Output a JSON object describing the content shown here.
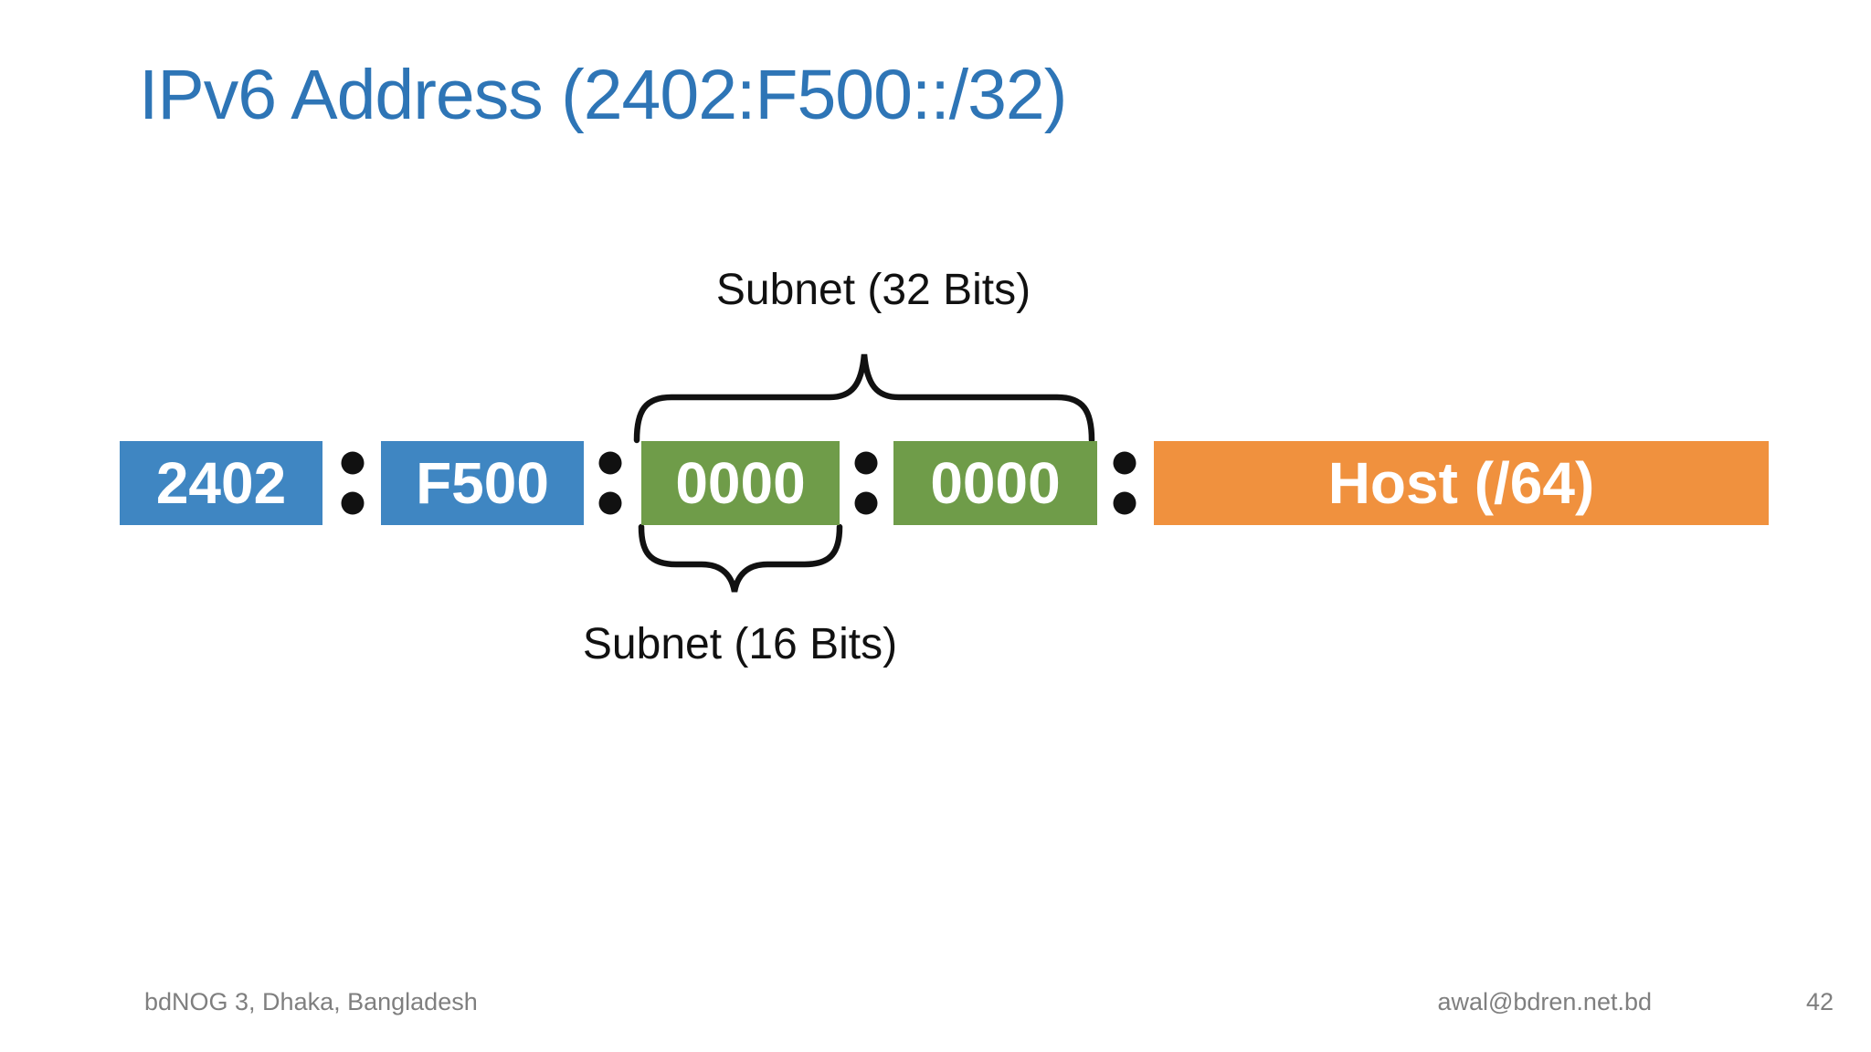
{
  "slide": {
    "title": "IPv6 Address (2402:F500::/32)",
    "diagram": {
      "address_blocks": [
        {
          "text": "2402",
          "role": "provider-prefix",
          "color": "#3F86C2"
        },
        {
          "text": "F500",
          "role": "provider-prefix",
          "color": "#3F86C2"
        },
        {
          "text": "0000",
          "role": "subnet",
          "color": "#6F9C49"
        },
        {
          "text": "0000",
          "role": "subnet",
          "color": "#6F9C49"
        },
        {
          "text": "Host (/64)",
          "role": "host",
          "color": "#F0913E"
        }
      ],
      "separator": ":",
      "brace_labels": {
        "subnet_32": "Subnet (32 Bits)",
        "subnet_16": "Subnet (16 Bits)"
      }
    },
    "footer": {
      "left": "bdNOG 3, Dhaka, Bangladesh",
      "email": "awal@bdren.net.bd",
      "page": "42"
    },
    "colors": {
      "title": "#2E75B6",
      "block_blue": "#3F86C2",
      "block_green": "#6F9C49",
      "block_orange": "#F0913E",
      "line_black": "#111111",
      "footer_gray": "#7F7F7F",
      "background": "#FFFFFF"
    }
  }
}
